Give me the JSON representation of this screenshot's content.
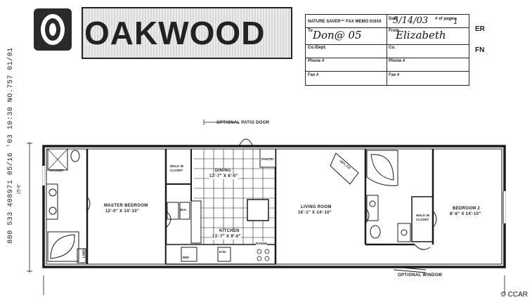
{
  "fax_header": "800 533 408971    05/16 '03 10:30 NO.757  01/01",
  "logo": {
    "name": "OAKWOOD",
    "mark_icon": "oakwood-o-logo-icon"
  },
  "fax_memo": {
    "title": "NATURE SAVER™ FAX MEMO 01616",
    "date_label": "Date",
    "date_value": "5/14/03",
    "pages_label": "# of pages",
    "pages_value": "1",
    "to_label": "To",
    "to_value": "Don@ 05",
    "from_label": "From",
    "from_value": "Elizabeth",
    "co_dept_label": "Co./Dept.",
    "co_label": "Co.",
    "phone_label": "Phone #",
    "fax_label": "Fax #"
  },
  "side_marks": {
    "top": "ER",
    "bottom": "FN"
  },
  "floor_plan": {
    "overall_dim": "15'-6\"",
    "labels": {
      "optional_patio_door": "OPTIONAL PATIO DOOR",
      "optional_window": "OPTIONAL WINDOW",
      "master_bedroom": "MASTER BEDROOM",
      "master_bedroom_dim": "12'-0\" X 14'-10\"",
      "dining": "DINING",
      "dining_dim": "13'-7\" X 6'-0\"",
      "kitchen": "KITCHEN",
      "kitchen_dim": "13'-7\" X 9'-0\"",
      "living_room": "LIVING ROOM",
      "living_room_dim": "16'-1\" X 14'-10\"",
      "bedroom_2": "BEDROOM 2",
      "bedroom_2_dim": "8'-6\" X 14'-10\"",
      "walk_in_closet_1": "WALK IN CLOSET",
      "walk_in_closet_2": "WALK IN CLOSET",
      "pantry": "PANTRY",
      "linen": "LINEN",
      "shower": "SHOWER",
      "wh": "W.H.",
      "opt_ft": "OPT. F.P.",
      "dw": "D.W.",
      "ref": "REF.",
      "range": "RANGE"
    }
  },
  "watermark": "© CCAR"
}
